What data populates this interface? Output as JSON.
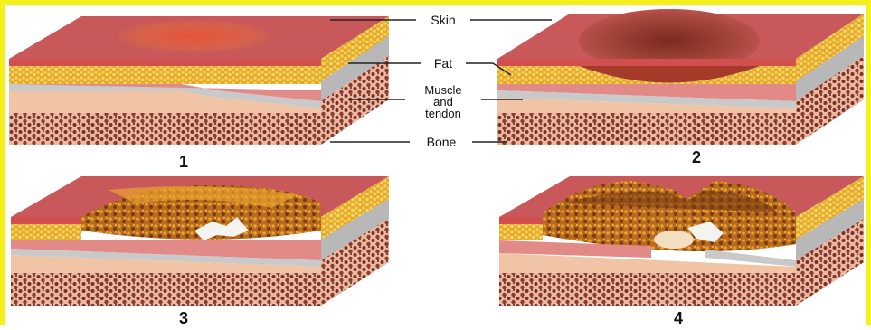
{
  "labels": {
    "skin": "Skin",
    "fat": "Fat",
    "muscle_line1": "Muscle",
    "muscle_line2": "and",
    "muscle_line3": "tendon",
    "bone": "Bone"
  },
  "stages": [
    "1",
    "2",
    "3",
    "4"
  ],
  "colors": {
    "border": "#f5ef1c",
    "skin": "#c9585a",
    "skin_dark": "#8e2b2c",
    "fat": "#e9b93a",
    "muscle": "#d96d74",
    "tendon": "#c9c9c9",
    "bone": "#8a3b32",
    "bone_light": "#f0c7a8"
  }
}
